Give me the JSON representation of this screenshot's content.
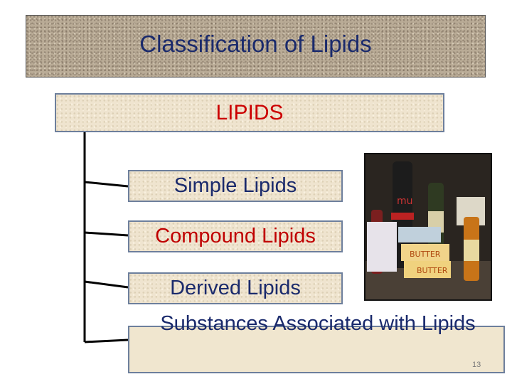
{
  "title": "Classification of Lipids",
  "root": {
    "label": "LIPIDS"
  },
  "branches": [
    {
      "label": "Simple Lipids"
    },
    {
      "label": "Compound Lipids"
    },
    {
      "label": "Derived Lipids"
    },
    {
      "label": "Substances Associated with Lipids"
    }
  ],
  "photo": {
    "description_icon": "lipid-foods-photo-icon",
    "labels": [
      "mu",
      "BUTTER",
      "BUTTER"
    ]
  },
  "slide_number": "13"
}
